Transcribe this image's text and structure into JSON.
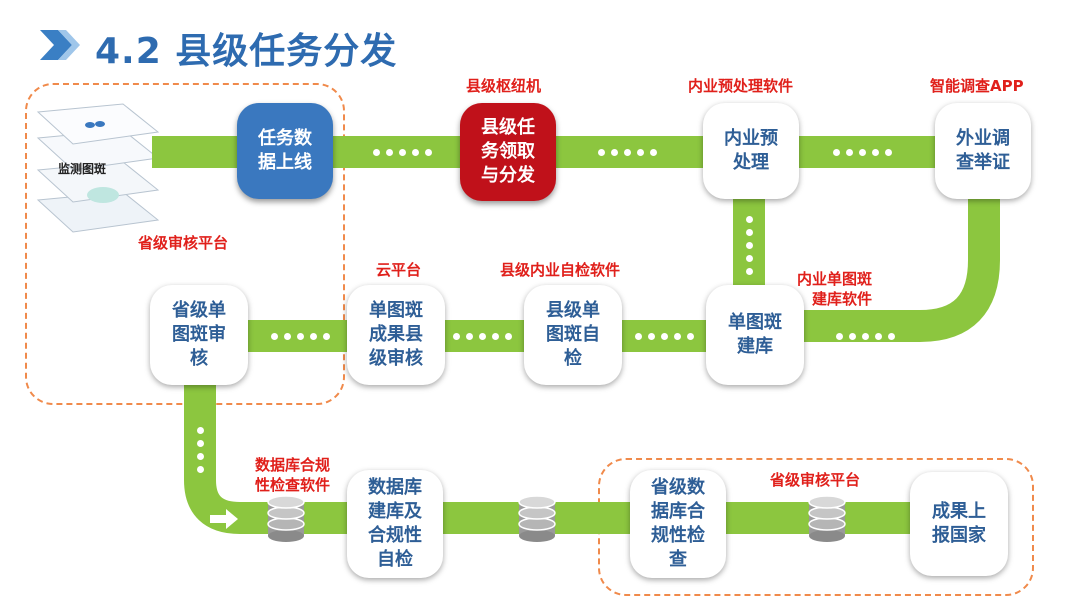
{
  "header": {
    "title": "4.2 县级任务分发"
  },
  "top_labels": {
    "hub": "县级枢纽机",
    "preprocess": "内业预处理软件",
    "app": "智能调查APP",
    "province_top": "省级审核平台",
    "cloud": "云平台",
    "self_check_sw": "县级内业自检软件",
    "build_sw": "内业单图斑\n建库软件",
    "db_check_sw": "数据库合规\n性检查软件",
    "province_bottom": "省级审核平台"
  },
  "map_stack_label": "监测图斑",
  "nodes": {
    "task_online": "任务数\n据上线",
    "county_task": "县级任\n务领取\n与分发",
    "pre_process": "内业预\n处理",
    "field_survey": "外业调\n查举证",
    "province_review": "省级单\n图斑审\n核",
    "cloud_review": "单图斑\n成果县\n级审核",
    "self_check": "县级单\n图斑自\n检",
    "build_db": "单图斑\n建库",
    "db_build_check": "数据库\n建库及\n合规性\n自检",
    "province_db_check": "省级数\n据库合\n规性检\n查",
    "report_nation": "成果上\n报国家"
  },
  "colors": {
    "pipe": "#8cc63f",
    "title": "#2e6bb0",
    "label": "#e0201b",
    "dash": "#f08a4b"
  }
}
